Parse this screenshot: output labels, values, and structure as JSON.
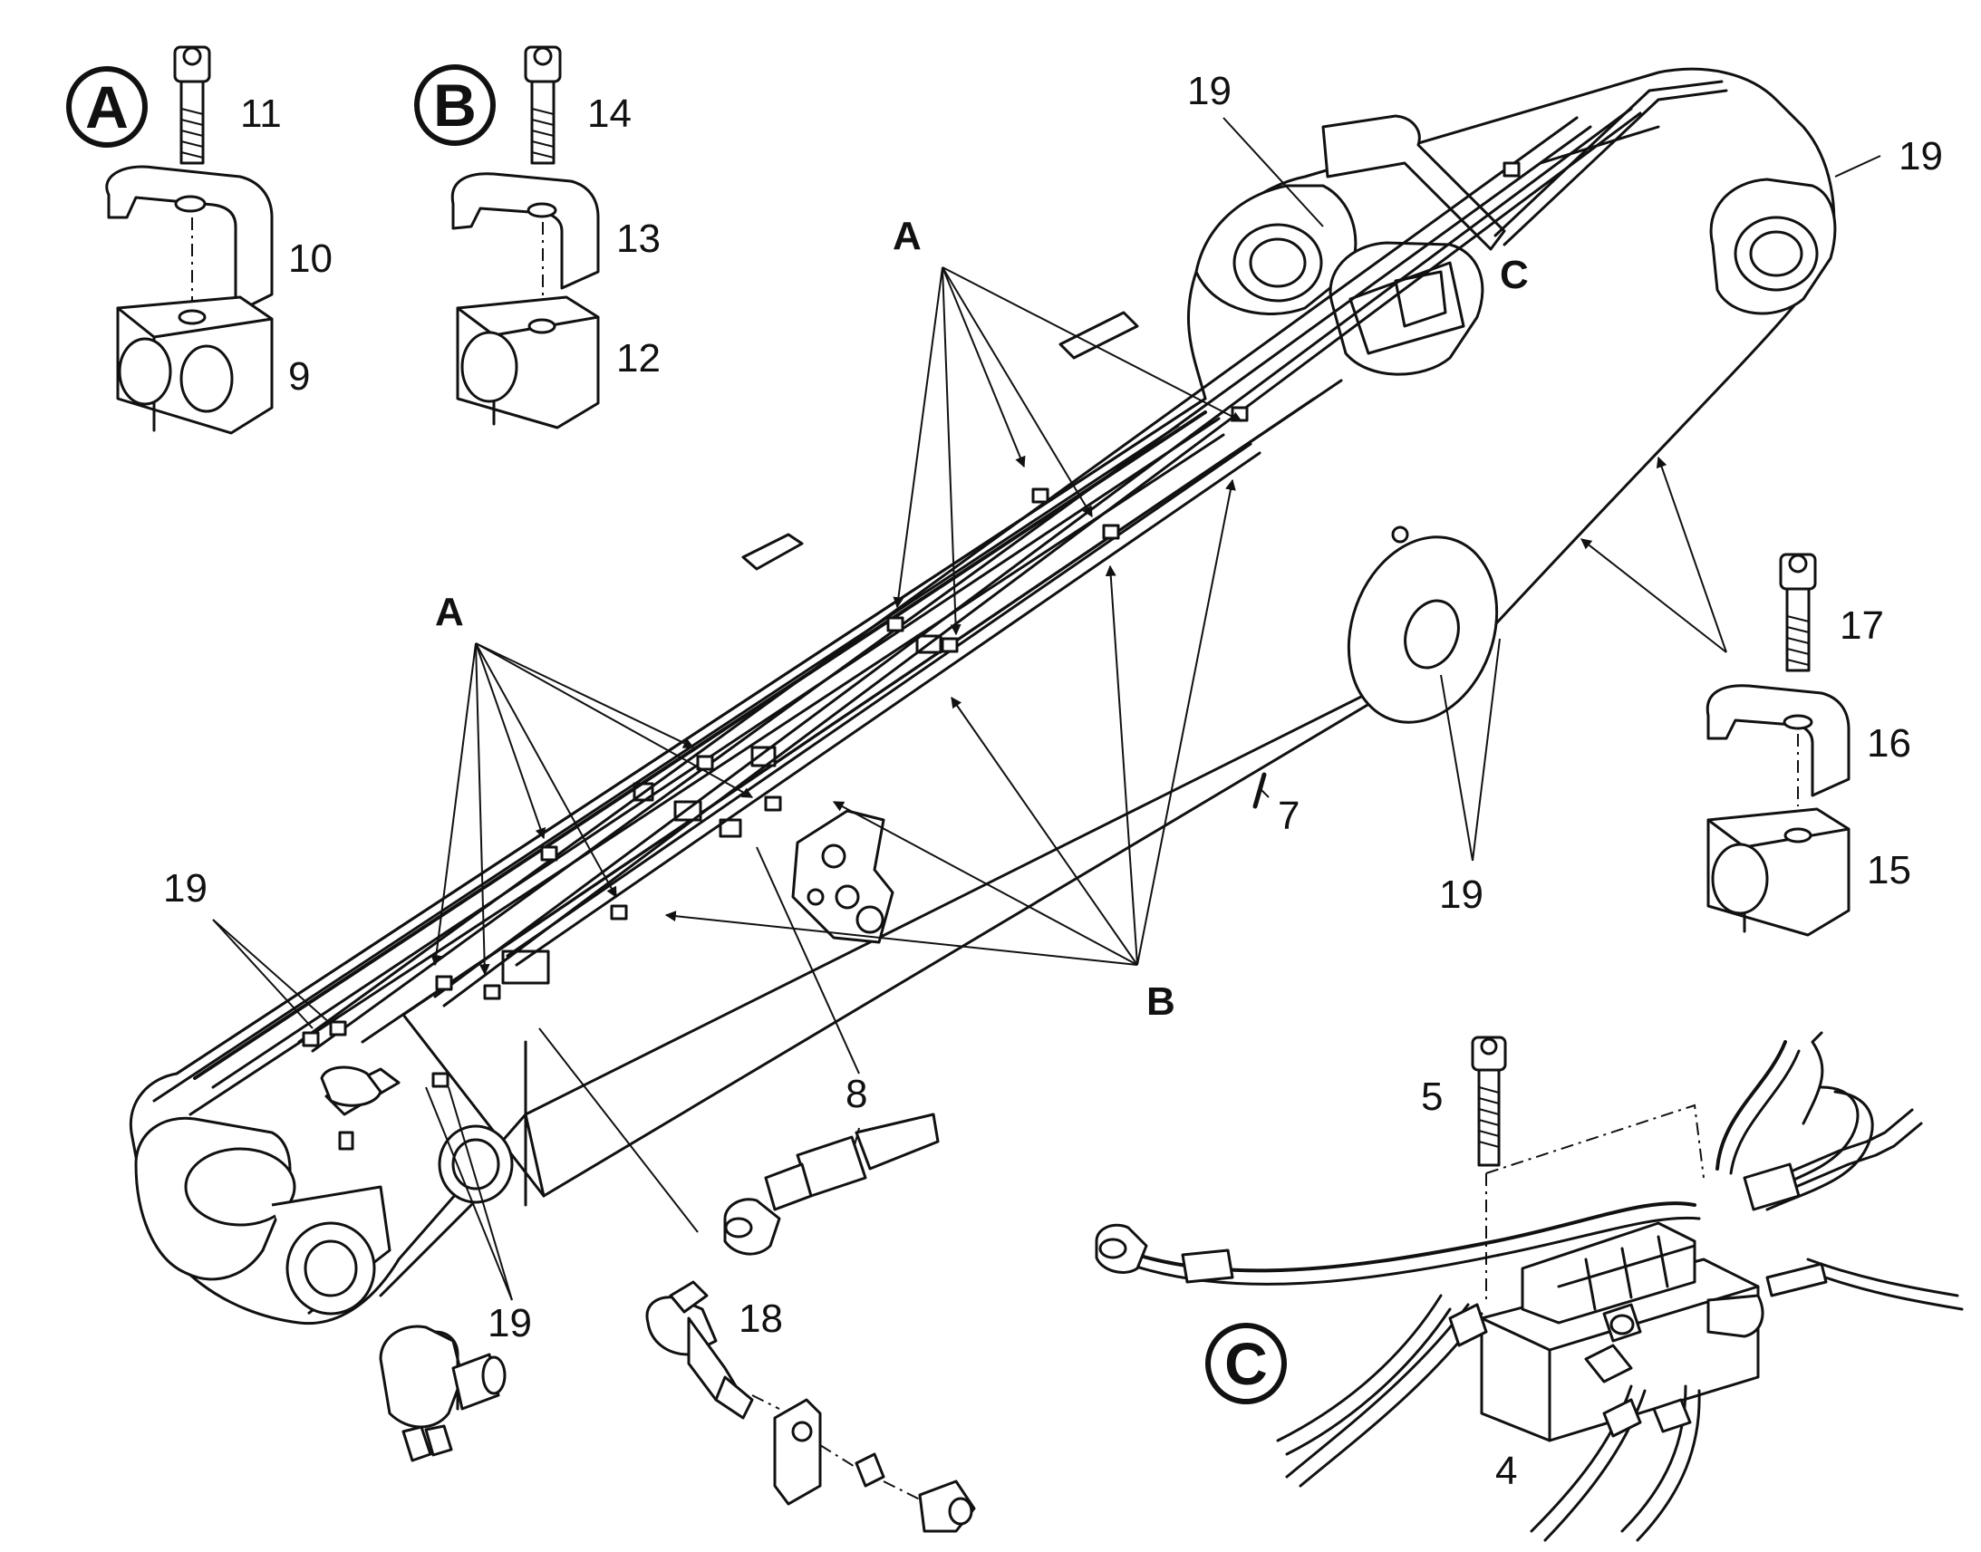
{
  "detail_markers": {
    "a": "A",
    "b": "B",
    "c": "C"
  },
  "callouts": {
    "n4": "4",
    "n5": "5",
    "n7": "7",
    "n8": "8",
    "n9": "9",
    "n10": "10",
    "n11": "11",
    "n12": "12",
    "n13": "13",
    "n14": "14",
    "n15": "15",
    "n16": "16",
    "n17": "17",
    "n18": "18",
    "n19": "19"
  },
  "pointer_labels": {
    "a": "A",
    "b": "B",
    "c": "C"
  },
  "colors": {
    "ink": "#111111",
    "paper": "#ffffff"
  }
}
